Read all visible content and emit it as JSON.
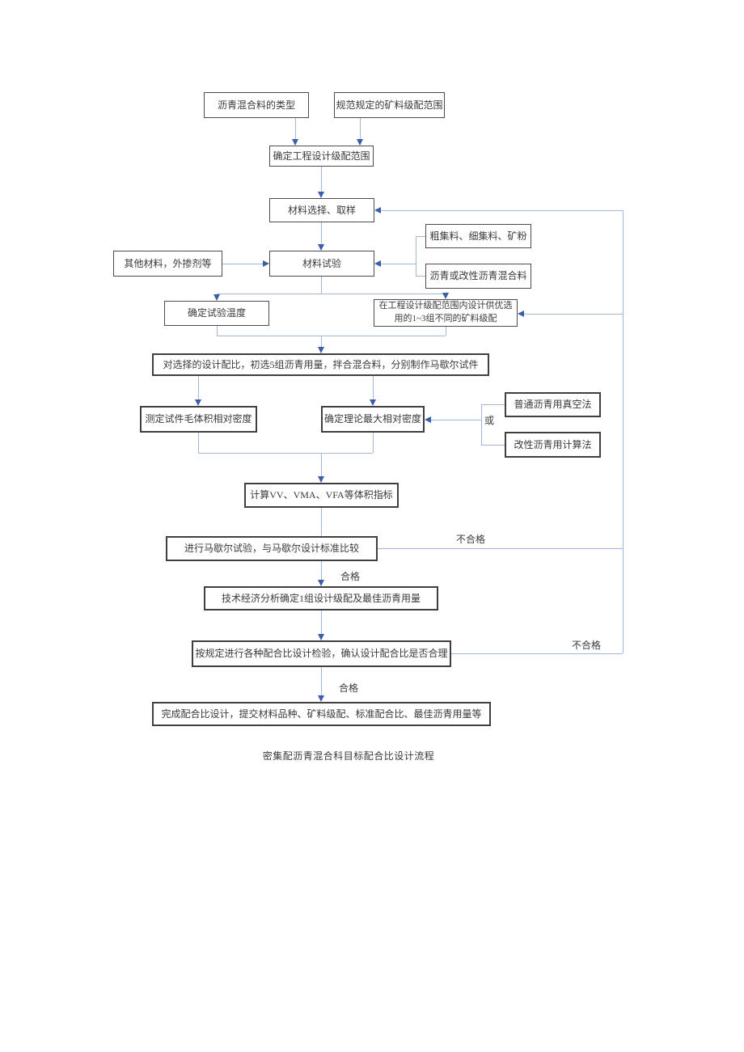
{
  "diagram": {
    "caption": "密集配沥青混合科目标配合比设计流程",
    "nodes": {
      "mix_type": "沥青混合料的类型",
      "spec_gradation": "规范规定的矿料级配范围",
      "design_gradation": "确定工程设计级配范围",
      "material_selection": "材料选择、取样",
      "other_materials": "其他材料，外掺剂等",
      "material_test": "材料试验",
      "coarse_fine_filler": "粗集料、细集料、矿粉",
      "asphalt_mixture": "沥青或改性沥青混合料",
      "test_temperature": "确定试验温度",
      "gradation_design": "在工程设计级配范围内设计供优选用的1~3组不同的矿料级配",
      "trial_mix": "对选择的设计配比，初选5组沥青用量，拌合混合料，分别制作马歇尔试件",
      "bulk_density": "测定试件毛体积相对密度",
      "max_density": "确定理论最大相对密度",
      "vacuum_method": "普通沥青用真空法",
      "calc_method": "改性沥青用计算法",
      "volume_index": "计算VV、VMA、VFA等体积指标",
      "marshall_test": "进行马歇尔试验，与马歇尔设计标准比较",
      "tech_analysis": "技术经济分析确定1组设计级配及最佳沥青用量",
      "verify_design": "按规定进行各种配合比设计检验，确认设计配合比是否合理",
      "complete_design": "完成配合比设计，提交材料品种、矿料级配、标准配合比、最佳沥青用量等"
    },
    "labels": {
      "or": "或",
      "pass_1": "合格",
      "pass_2": "合格",
      "fail_1": "不合格",
      "fail_2": "不合格"
    }
  },
  "colors": {
    "line": "#a3b8d8",
    "arrow": "#3a5ea8",
    "border": "#4b4b4b",
    "border-bold": "#3f3f3f",
    "text": "#3a3a3a",
    "bg": "#ffffff"
  }
}
